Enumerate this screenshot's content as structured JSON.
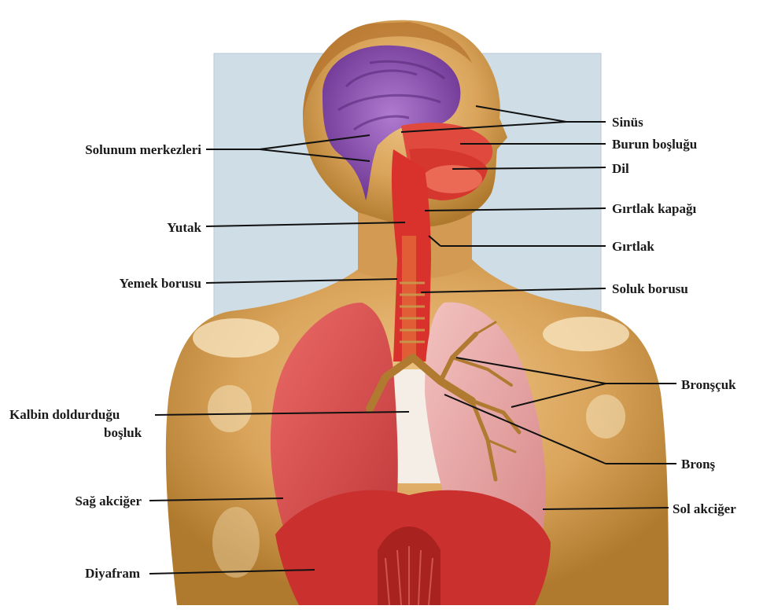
{
  "labels": {
    "sinus": "Sinüs",
    "burun": "Burun boşluğu",
    "dil": "Dil",
    "gırtlak_kapagi": "Gırtlak kapağı",
    "girtlak": "Gırtlak",
    "soluk_borusu": "Soluk borusu",
    "bronscuk": "Bronşçuk",
    "brons": "Bronş",
    "sol_akciger": "Sol akciğer",
    "solunum_merkezleri": "Solunum merkezleri",
    "yutak": "Yutak",
    "yemek_borusu": "Yemek borusu",
    "kalbin_line1": "Kalbin doldurduğu",
    "kalbin_line2": "boşluk",
    "sag_akciger": "Sağ akciğer",
    "diyafram": "Diyafram"
  },
  "colors": {
    "background_panel": "#cfdde6",
    "skin": "#d9a35a",
    "skin_highlight": "#f3dcae",
    "brain": "#8e4fb3",
    "airway": "#d9322c",
    "lung_right": "#d84a4c",
    "lung_left": "#e7a3a3",
    "bronchi": "#b07a30",
    "diaphragm": "#c9302e",
    "leader_line": "#111111"
  }
}
